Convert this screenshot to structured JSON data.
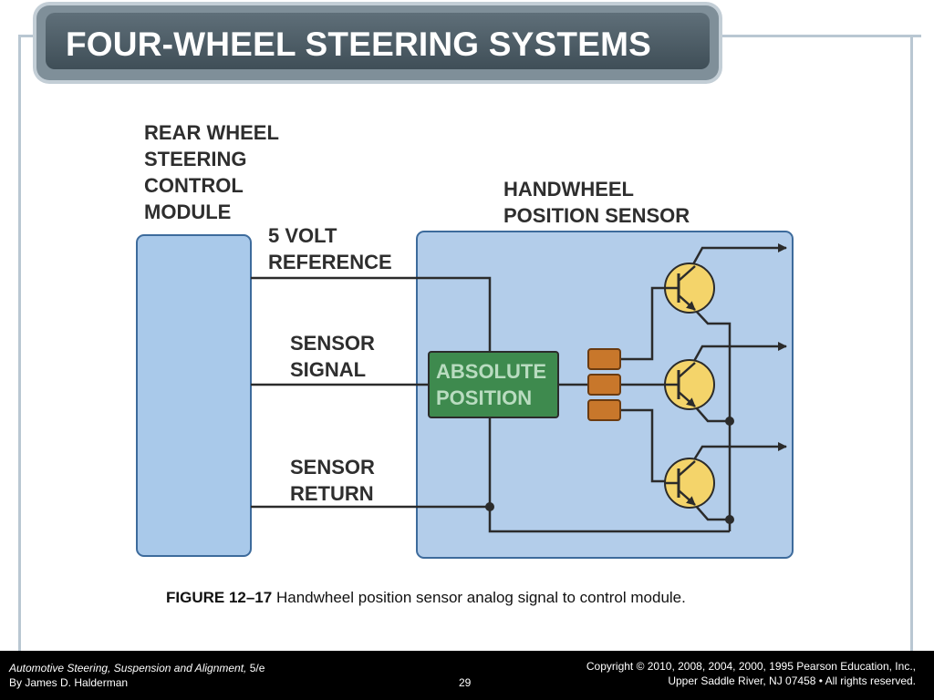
{
  "slide": {
    "title": "FOUR-WHEEL STEERING SYSTEMS"
  },
  "diagram": {
    "module_label": [
      "REAR WHEEL",
      "STEERING",
      "CONTROL",
      "MODULE"
    ],
    "sensor_label": [
      "HANDWHEEL",
      "POSITION SENSOR"
    ],
    "wire_5v": [
      "5 VOLT",
      "REFERENCE"
    ],
    "wire_signal": [
      "SENSOR",
      "SIGNAL"
    ],
    "wire_return": [
      "SENSOR",
      "RETURN"
    ],
    "chip_label": [
      "ABSOLUTE",
      "POSITION"
    ],
    "colors": {
      "module_fill": "#a9c9ea",
      "sensor_fill": "#b3cdea",
      "chip_fill": "#3e8a4e",
      "connector_fill": "#c8772b",
      "transistor_fill": "#f4d46a",
      "wire": "#2b2b2b"
    }
  },
  "caption": {
    "figure": "FIGURE 12–17",
    "text": " Handwheel position sensor analog signal to control module."
  },
  "footer": {
    "book_title": "Automotive Steering, Suspension and Alignment,",
    "edition": " 5/e",
    "author": "By James D. Halderman",
    "page": "29",
    "copyright": "Copyright © 2010, 2008, 2004, 2000, 1995 Pearson Education, Inc.,",
    "publisher": "Upper Saddle River, NJ 07458 • All rights reserved."
  }
}
